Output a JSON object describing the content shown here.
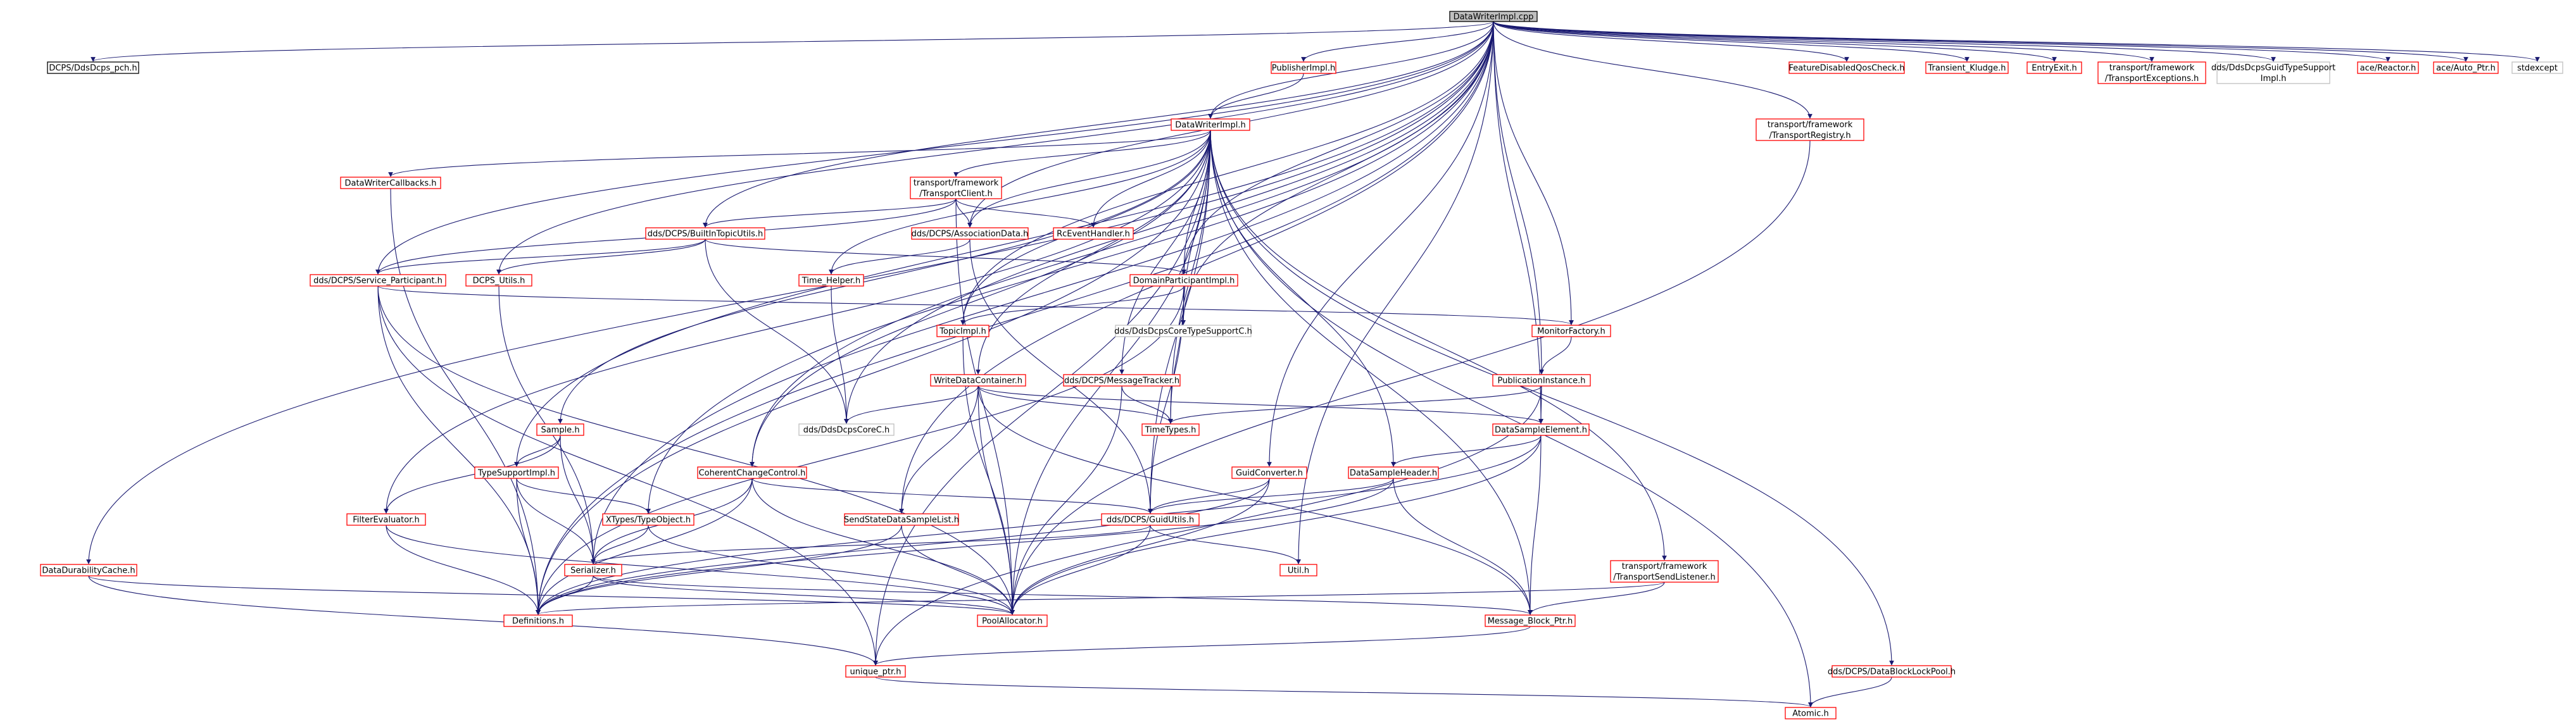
{
  "colors": {
    "root_fill": "#bfbfbf",
    "root_stroke": "#000000",
    "linked_stroke": "#ff0000",
    "plain_stroke": "#000000",
    "external_stroke": "#bfbfbf",
    "edge": "#191970",
    "text": "#000000"
  },
  "nodes": [
    {
      "id": "root",
      "label": "DataWriterImpl.cpp",
      "kind": "root"
    },
    {
      "id": "dcps_pch",
      "label": "DCPS/DdsDcps_pch.h",
      "kind": "plain"
    },
    {
      "id": "publisherimpl",
      "label": "PublisherImpl.h",
      "kind": "linked"
    },
    {
      "id": "featuredisabled",
      "label": "FeatureDisabledQosCheck.h",
      "kind": "linked"
    },
    {
      "id": "transient",
      "label": "Transient_Kludge.h",
      "kind": "linked"
    },
    {
      "id": "entryexit",
      "label": "EntryExit.h",
      "kind": "linked"
    },
    {
      "id": "transportexceptions",
      "label": [
        "transport/framework",
        "/TransportExceptions.h"
      ],
      "kind": "linked"
    },
    {
      "id": "guidtypesupport",
      "label": [
        "dds/DdsDcpsGuidTypeSupport",
        "Impl.h"
      ],
      "kind": "external"
    },
    {
      "id": "acereactor",
      "label": "ace/Reactor.h",
      "kind": "linked"
    },
    {
      "id": "aceautoptr",
      "label": "ace/Auto_Ptr.h",
      "kind": "linked"
    },
    {
      "id": "stdexcept",
      "label": "stdexcept",
      "kind": "external"
    },
    {
      "id": "transportregistry",
      "label": [
        "transport/framework",
        "/TransportRegistry.h"
      ],
      "kind": "linked"
    },
    {
      "id": "datawriterimpl",
      "label": "DataWriterImpl.h",
      "kind": "linked"
    },
    {
      "id": "datawritercallbacks",
      "label": "DataWriterCallbacks.h",
      "kind": "linked"
    },
    {
      "id": "transportclient",
      "label": [
        "transport/framework",
        "/TransportClient.h"
      ],
      "kind": "linked"
    },
    {
      "id": "builtintopicutils",
      "label": "dds/DCPS/BuiltInTopicUtils.h",
      "kind": "linked"
    },
    {
      "id": "associationdata",
      "label": "dds/DCPS/AssociationData.h",
      "kind": "linked"
    },
    {
      "id": "rceventhandler",
      "label": "RcEventHandler.h",
      "kind": "linked"
    },
    {
      "id": "serviceparticipant",
      "label": "dds/DCPS/Service_Participant.h",
      "kind": "linked"
    },
    {
      "id": "dcpsutils",
      "label": "DCPS_Utils.h",
      "kind": "linked"
    },
    {
      "id": "timehelper",
      "label": "Time_Helper.h",
      "kind": "linked"
    },
    {
      "id": "domainparticipantimpl",
      "label": "DomainParticipantImpl.h",
      "kind": "linked"
    },
    {
      "id": "topicimpl",
      "label": "TopicImpl.h",
      "kind": "linked"
    },
    {
      "id": "coretypesupportc",
      "label": "dds/DdsDcpsCoreTypeSupportC.h",
      "kind": "external"
    },
    {
      "id": "monitorfactory",
      "label": "MonitorFactory.h",
      "kind": "linked"
    },
    {
      "id": "publicationinstance",
      "label": "PublicationInstance.h",
      "kind": "linked"
    },
    {
      "id": "writedatacontainer",
      "label": "WriteDataContainer.h",
      "kind": "linked"
    },
    {
      "id": "messagetracker",
      "label": "dds/DCPS/MessageTracker.h",
      "kind": "linked"
    },
    {
      "id": "corec",
      "label": "dds/DdsDcpsCoreC.h",
      "kind": "external"
    },
    {
      "id": "timetypes",
      "label": "TimeTypes.h",
      "kind": "linked"
    },
    {
      "id": "datasampleelement",
      "label": "DataSampleElement.h",
      "kind": "linked"
    },
    {
      "id": "sample",
      "label": "Sample.h",
      "kind": "linked"
    },
    {
      "id": "typesupportimpl",
      "label": "TypeSupportImpl.h",
      "kind": "linked"
    },
    {
      "id": "coherentchangecontrol",
      "label": "CoherentChangeControl.h",
      "kind": "linked"
    },
    {
      "id": "guidconverter",
      "label": "GuidConverter.h",
      "kind": "linked"
    },
    {
      "id": "datasampleheader",
      "label": "DataSampleHeader.h",
      "kind": "linked"
    },
    {
      "id": "filterevaluator",
      "label": "FilterEvaluator.h",
      "kind": "linked"
    },
    {
      "id": "xtypes",
      "label": "XTypes/TypeObject.h",
      "kind": "linked"
    },
    {
      "id": "sendstate",
      "label": "SendStateDataSampleList.h",
      "kind": "linked"
    },
    {
      "id": "guidutils",
      "label": "dds/DCPS/GuidUtils.h",
      "kind": "linked"
    },
    {
      "id": "datadurabilitycache",
      "label": "DataDurabilityCache.h",
      "kind": "linked"
    },
    {
      "id": "serializer",
      "label": "Serializer.h",
      "kind": "linked"
    },
    {
      "id": "util",
      "label": "Util.h",
      "kind": "linked"
    },
    {
      "id": "transportsendlistener",
      "label": [
        "transport/framework",
        "/TransportSendListener.h"
      ],
      "kind": "linked"
    },
    {
      "id": "definitions",
      "label": "Definitions.h",
      "kind": "linked"
    },
    {
      "id": "poolallocator",
      "label": "PoolAllocator.h",
      "kind": "linked"
    },
    {
      "id": "messageblockptr",
      "label": "Message_Block_Ptr.h",
      "kind": "linked"
    },
    {
      "id": "uniqueptr",
      "label": "unique_ptr.h",
      "kind": "linked"
    },
    {
      "id": "datablocklockpool",
      "label": "dds/DCPS/DataBlockLockPool.h",
      "kind": "linked"
    },
    {
      "id": "atomic",
      "label": "Atomic.h",
      "kind": "linked"
    }
  ],
  "edges": [
    [
      "root",
      "dcps_pch"
    ],
    [
      "root",
      "publisherimpl"
    ],
    [
      "root",
      "featuredisabled"
    ],
    [
      "root",
      "transient"
    ],
    [
      "root",
      "entryexit"
    ],
    [
      "root",
      "transportexceptions"
    ],
    [
      "root",
      "guidtypesupport"
    ],
    [
      "root",
      "acereactor"
    ],
    [
      "root",
      "aceautoptr"
    ],
    [
      "root",
      "stdexcept"
    ],
    [
      "root",
      "transportregistry"
    ],
    [
      "root",
      "datawriterimpl"
    ],
    [
      "root",
      "builtintopicutils"
    ],
    [
      "root",
      "associationdata"
    ],
    [
      "root",
      "serviceparticipant"
    ],
    [
      "root",
      "dcpsutils"
    ],
    [
      "root",
      "domainparticipantimpl"
    ],
    [
      "root",
      "topicimpl"
    ],
    [
      "root",
      "coretypesupportc"
    ],
    [
      "root",
      "monitorfactory"
    ],
    [
      "root",
      "publicationinstance"
    ],
    [
      "root",
      "datasampleelement"
    ],
    [
      "root",
      "typesupportimpl"
    ],
    [
      "root",
      "coherentchangecontrol"
    ],
    [
      "root",
      "guidconverter"
    ],
    [
      "root",
      "xtypes"
    ],
    [
      "root",
      "sendstate"
    ],
    [
      "root",
      "datadurabilitycache"
    ],
    [
      "root",
      "serializer"
    ],
    [
      "root",
      "util"
    ],
    [
      "root",
      "corec"
    ],
    [
      "root",
      "definitions"
    ],
    [
      "publisherimpl",
      "datawriterimpl"
    ],
    [
      "transportregistry",
      "poolallocator"
    ],
    [
      "datawriterimpl",
      "datawritercallbacks"
    ],
    [
      "datawriterimpl",
      "transportclient"
    ],
    [
      "datawriterimpl",
      "rceventhandler"
    ],
    [
      "datawriterimpl",
      "associationdata"
    ],
    [
      "datawriterimpl",
      "timehelper"
    ],
    [
      "datawriterimpl",
      "topicimpl"
    ],
    [
      "datawriterimpl",
      "coretypesupportc"
    ],
    [
      "datawriterimpl",
      "writedatacontainer"
    ],
    [
      "datawriterimpl",
      "messagetracker"
    ],
    [
      "datawriterimpl",
      "timetypes"
    ],
    [
      "datawriterimpl",
      "sample"
    ],
    [
      "datawriterimpl",
      "coherentchangecontrol"
    ],
    [
      "datawriterimpl",
      "guidutils"
    ],
    [
      "datawriterimpl",
      "datasampleheader"
    ],
    [
      "datawriterimpl",
      "poolallocator"
    ],
    [
      "datawriterimpl",
      "messageblockptr"
    ],
    [
      "datawriterimpl",
      "transportsendlistener"
    ],
    [
      "datawriterimpl",
      "datablocklockpool"
    ],
    [
      "datawriterimpl",
      "atomic"
    ],
    [
      "datawriterimpl",
      "filterevaluator"
    ],
    [
      "datawriterimpl",
      "uniqueptr"
    ],
    [
      "datawriterimpl",
      "domainparticipantimpl"
    ],
    [
      "datawriterimpl",
      "definitions"
    ],
    [
      "datawritercallbacks",
      "definitions"
    ],
    [
      "transportclient",
      "builtintopicutils"
    ],
    [
      "transportclient",
      "associationdata"
    ],
    [
      "transportclient",
      "rceventhandler"
    ],
    [
      "transportclient",
      "serviceparticipant"
    ],
    [
      "transportclient",
      "poolallocator"
    ],
    [
      "builtintopicutils",
      "dcpsutils"
    ],
    [
      "builtintopicutils",
      "serviceparticipant"
    ],
    [
      "builtintopicutils",
      "corec"
    ],
    [
      "builtintopicutils",
      "domainparticipantimpl"
    ],
    [
      "associationdata",
      "timehelper"
    ],
    [
      "associationdata",
      "guidutils"
    ],
    [
      "serviceparticipant",
      "monitorfactory"
    ],
    [
      "serviceparticipant",
      "poolallocator"
    ],
    [
      "serviceparticipant",
      "definitions"
    ],
    [
      "serviceparticipant",
      "uniqueptr"
    ],
    [
      "dcpsutils",
      "serializer"
    ],
    [
      "timehelper",
      "corec"
    ],
    [
      "domainparticipantimpl",
      "topicimpl"
    ],
    [
      "domainparticipantimpl",
      "coretypesupportc"
    ],
    [
      "domainparticipantimpl",
      "timetypes"
    ],
    [
      "domainparticipantimpl",
      "guidutils"
    ],
    [
      "domainparticipantimpl",
      "definitions"
    ],
    [
      "topicimpl",
      "poolallocator"
    ],
    [
      "monitorfactory",
      "publicationinstance"
    ],
    [
      "publicationinstance",
      "datasampleelement"
    ],
    [
      "publicationinstance",
      "timetypes"
    ],
    [
      "publicationinstance",
      "uniqueptr"
    ],
    [
      "writedatacontainer",
      "corec"
    ],
    [
      "writedatacontainer",
      "sendstate"
    ],
    [
      "writedatacontainer",
      "timetypes"
    ],
    [
      "writedatacontainer",
      "datasampleelement"
    ],
    [
      "writedatacontainer",
      "poolallocator"
    ],
    [
      "writedatacontainer",
      "messageblockptr"
    ],
    [
      "messagetracker",
      "timetypes"
    ],
    [
      "messagetracker",
      "poolallocator"
    ],
    [
      "datasampleelement",
      "datasampleheader"
    ],
    [
      "datasampleelement",
      "poolallocator"
    ],
    [
      "datasampleelement",
      "messageblockptr"
    ],
    [
      "datasampleelement",
      "definitions"
    ],
    [
      "sample",
      "typesupportimpl"
    ],
    [
      "sample",
      "filterevaluator"
    ],
    [
      "sample",
      "serializer"
    ],
    [
      "typesupportimpl",
      "xtypes"
    ],
    [
      "typesupportimpl",
      "serializer"
    ],
    [
      "typesupportimpl",
      "definitions"
    ],
    [
      "coherentchangecontrol",
      "guidutils"
    ],
    [
      "coherentchangecontrol",
      "serializer"
    ],
    [
      "coherentchangecontrol",
      "definitions"
    ],
    [
      "coherentchangecontrol",
      "poolallocator"
    ],
    [
      "guidconverter",
      "guidutils"
    ],
    [
      "guidconverter",
      "definitions"
    ],
    [
      "guidconverter",
      "poolallocator"
    ],
    [
      "datasampleheader",
      "guidutils"
    ],
    [
      "datasampleheader",
      "messageblockptr"
    ],
    [
      "datasampleheader",
      "definitions"
    ],
    [
      "filterevaluator",
      "definitions"
    ],
    [
      "filterevaluator",
      "poolallocator"
    ],
    [
      "xtypes",
      "serializer"
    ],
    [
      "xtypes",
      "poolallocator"
    ],
    [
      "sendstate",
      "poolallocator"
    ],
    [
      "sendstate",
      "definitions"
    ],
    [
      "guidutils",
      "util"
    ],
    [
      "guidutils",
      "serializer"
    ],
    [
      "guidutils",
      "poolallocator"
    ],
    [
      "datadurabilitycache",
      "poolallocator"
    ],
    [
      "datadurabilitycache",
      "uniqueptr"
    ],
    [
      "serializer",
      "definitions"
    ],
    [
      "serializer",
      "messageblockptr"
    ],
    [
      "serializer",
      "poolallocator"
    ],
    [
      "transportsendlistener",
      "definitions"
    ],
    [
      "transportsendlistener",
      "messageblockptr"
    ],
    [
      "messageblockptr",
      "uniqueptr"
    ],
    [
      "uniqueptr",
      "atomic"
    ],
    [
      "datablocklockpool",
      "atomic"
    ]
  ]
}
